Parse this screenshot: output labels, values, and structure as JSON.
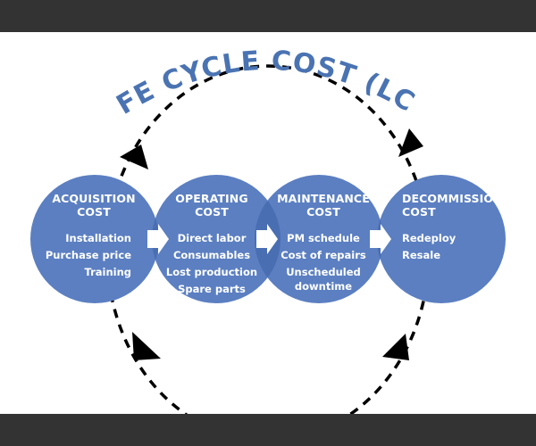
{
  "diagram": {
    "title": "LIFE CYCLE COST (LCC)",
    "colors": {
      "circle_fill": "#5b7fc1",
      "overlap_fill": "#4a6eb2",
      "title_color": "#4a73b2",
      "text_color": "#ffffff",
      "arrow_color": "#000000",
      "top_band": "#333333",
      "panel": "#ffffff"
    },
    "stages": [
      {
        "title_line1": "ACQUISITION",
        "title_line2": "COST",
        "items": [
          "Installation",
          "Purchase price",
          "Training"
        ]
      },
      {
        "title_line1": "OPERATING",
        "title_line2": "COST",
        "items": [
          "Direct labor",
          "Consumables",
          "Lost production",
          "Spare parts"
        ]
      },
      {
        "title_line1": "MAINTENANCE",
        "title_line2": "COST",
        "items": [
          "PM schedule",
          "Cost of repairs",
          "Unscheduled",
          "downtime"
        ]
      },
      {
        "title_line1": "DECOMMISSION",
        "title_line2": "COST",
        "items": [
          "Redeploy",
          "Resale"
        ]
      }
    ],
    "connector_icon": "right-arrow-icon",
    "cycle_icons": [
      "arrowhead-top-left-icon",
      "arrowhead-top-right-icon",
      "arrowhead-bottom-left-icon",
      "arrowhead-bottom-right-icon"
    ]
  }
}
